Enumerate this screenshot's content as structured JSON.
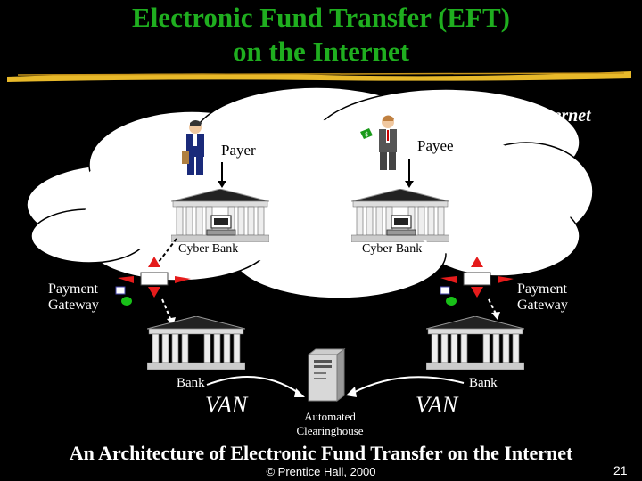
{
  "title_line1": "Electronic Fund Transfer (EFT)",
  "title_line2": "on the Internet",
  "cloud_label": "Internet",
  "payer": "Payer",
  "payee": "Payee",
  "cyber_bank_left": "Cyber Bank",
  "cyber_bank_right": "Cyber Bank",
  "gateway_left": [
    "Payment",
    "Gateway"
  ],
  "gateway_right": [
    "Payment",
    "Gateway"
  ],
  "bank_left": "Bank",
  "bank_right": "Bank",
  "van_left": "VAN",
  "van_right": "VAN",
  "clearinghouse": [
    "Automated",
    "Clearinghouse"
  ],
  "caption": "An Architecture of Electronic Fund Transfer on the Internet",
  "copyright": "© Prentice Hall, 2000",
  "page_number": "21",
  "colors": {
    "title": "#1fae1f",
    "underline": "#e8b92a",
    "arrow": "#e51b1b",
    "cloud": "#ffffff"
  }
}
